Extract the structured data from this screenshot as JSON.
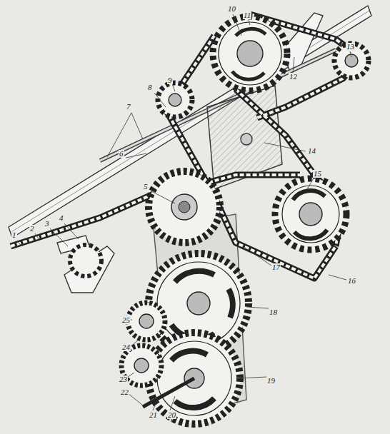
{
  "diagram": {
    "labels": [
      "1",
      "2",
      "3",
      "4",
      "5",
      "6",
      "7",
      "8",
      "9",
      "10",
      "11",
      "12",
      "13",
      "14",
      "15",
      "16",
      "17",
      "18",
      "19",
      "20",
      "21",
      "22",
      "23",
      "24",
      "25"
    ]
  }
}
